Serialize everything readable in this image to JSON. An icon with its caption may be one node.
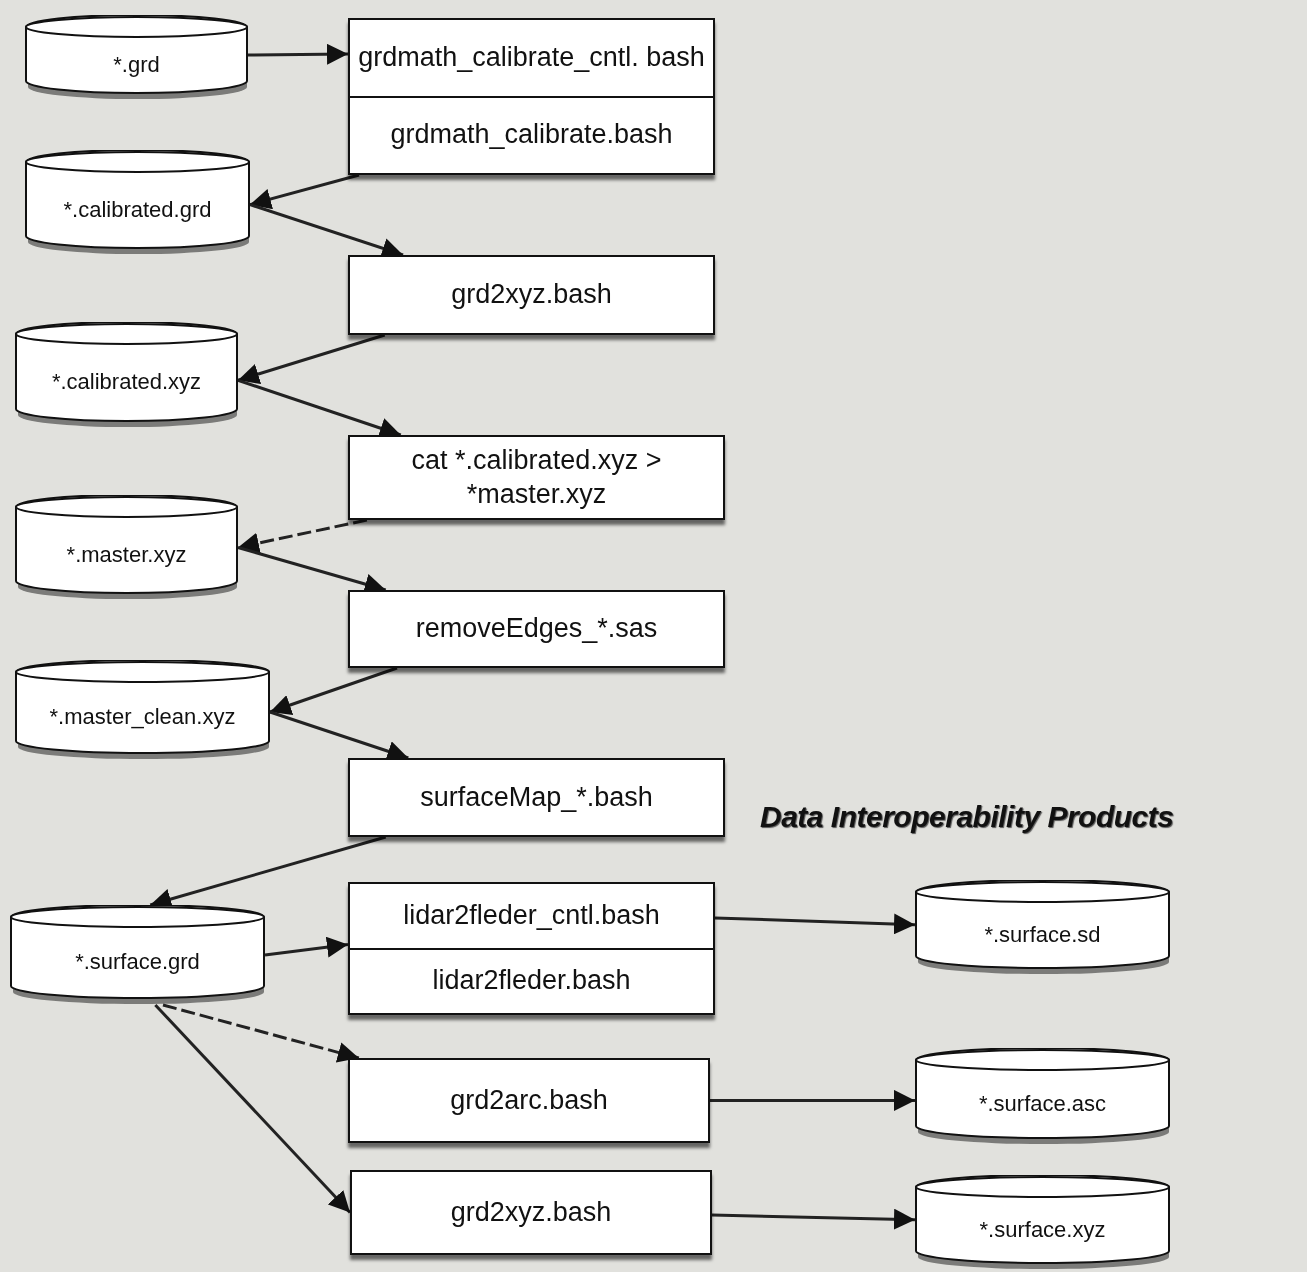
{
  "diagram": {
    "nodes": [
      {
        "text": [
          "*.grd"
        ]
      },
      {
        "text": [
          "grdmath_calibrate_cntl. bash",
          "grdmath_calibrate.bash"
        ]
      },
      {
        "text": [
          "*.calibrated.grd"
        ]
      },
      {
        "text": [
          "grd2xyz.bash"
        ]
      },
      {
        "text": [
          "*.calibrated.xyz"
        ]
      },
      {
        "text": [
          "cat *.calibrated.xyz > *master.xyz"
        ]
      },
      {
        "text": [
          "*.master.xyz"
        ]
      },
      {
        "text": [
          "removeEdges_*.sas"
        ]
      },
      {
        "text": [
          "*.master_clean.xyz"
        ]
      },
      {
        "text": [
          "surfaceMap_*.bash"
        ]
      },
      {
        "text": [
          "*.surface.grd"
        ]
      },
      {
        "text": [
          "lidar2fleder_cntl.bash",
          "lidar2fleder.bash"
        ]
      },
      {
        "text": [
          "grd2arc.bash"
        ]
      },
      {
        "text": [
          "grd2xyz.bash"
        ]
      },
      {
        "text": [
          "*.surface.sd"
        ]
      },
      {
        "text": [
          "*.surface.asc"
        ]
      },
      {
        "text": [
          "*.surface.xyz"
        ]
      }
    ],
    "edges": [
      {
        "from": 0,
        "to": 1,
        "arrow": "to"
      },
      {
        "from": 1,
        "to": 2,
        "arrow": "to"
      },
      {
        "from": 2,
        "to": 3,
        "arrow": "to"
      },
      {
        "from": 3,
        "to": 4,
        "arrow": "to"
      },
      {
        "from": 4,
        "to": 5,
        "arrow": "to"
      },
      {
        "from": 5,
        "to": 6,
        "arrow": "to",
        "style": "dashed"
      },
      {
        "from": 6,
        "to": 7,
        "arrow": "to"
      },
      {
        "from": 7,
        "to": 8,
        "arrow": "to"
      },
      {
        "from": 8,
        "to": 9,
        "arrow": "to"
      },
      {
        "from": 9,
        "to": 10,
        "arrow": "to"
      },
      {
        "from": 10,
        "to": 11,
        "arrow": "to"
      },
      {
        "from": 10,
        "to": 12,
        "arrow": "to",
        "style": "dashed"
      },
      {
        "from": 10,
        "to": 13,
        "arrow": "to"
      },
      {
        "from": 11,
        "to": 14,
        "arrow": "to"
      },
      {
        "from": 12,
        "to": 15,
        "arrow": "to"
      },
      {
        "from": 13,
        "to": 16,
        "arrow": "to"
      }
    ],
    "labels": [
      "Data Interoperability Products"
    ]
  }
}
